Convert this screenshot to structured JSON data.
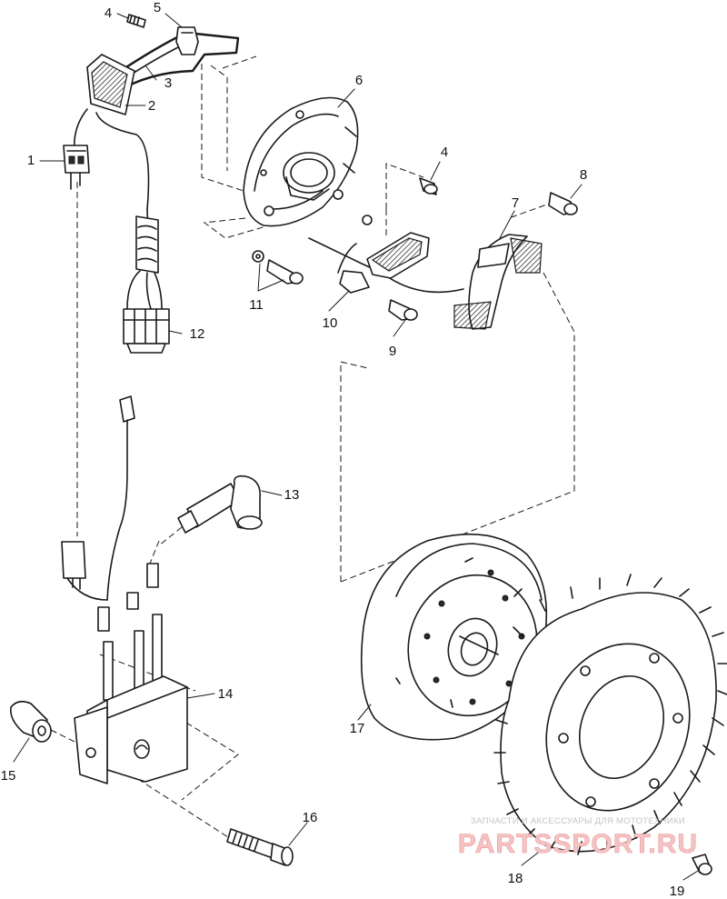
{
  "diagram": {
    "callouts": {
      "p1": "1",
      "p2": "2",
      "p3": "3",
      "p4a": "4",
      "p4b": "4",
      "p5": "5",
      "p6": "6",
      "p7": "7",
      "p8": "8",
      "p9": "9",
      "p10": "10",
      "p11": "11",
      "p12": "12",
      "p13": "13",
      "p14": "14",
      "p15": "15",
      "p16": "16",
      "p17": "17",
      "p18": "18",
      "p19": "19"
    },
    "watermark": {
      "tagline": "ЗАПЧАСТИ И АКСЕССУАРЫ ДЛЯ МОТОТЕХНИКИ",
      "brand": "PARTSSPORT.RU",
      "color": "#e57373"
    }
  }
}
